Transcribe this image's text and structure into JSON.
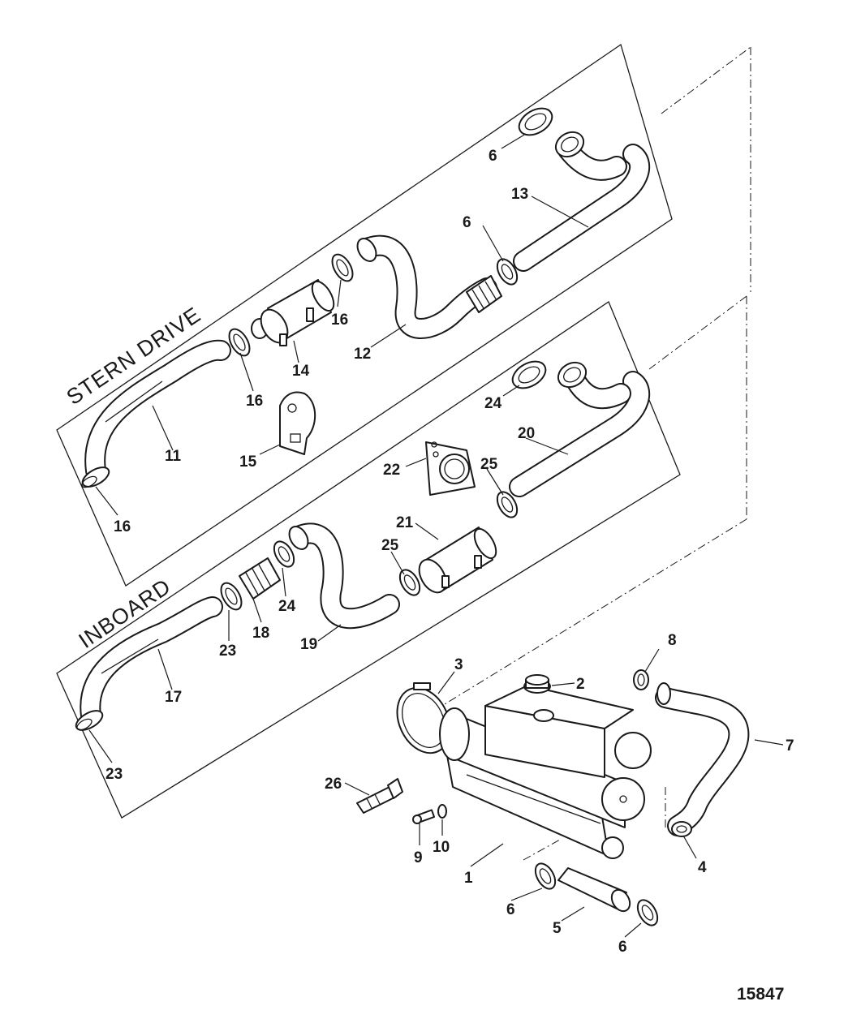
{
  "diagram": {
    "figure_number": "15847",
    "sections": {
      "stern_drive": "STERN DRIVE",
      "inboard": "INBOARD"
    },
    "callouts": {
      "c1": "1",
      "c2": "2",
      "c3": "3",
      "c4": "4",
      "c5": "5",
      "c6a": "6",
      "c6b": "6",
      "c6c": "6",
      "c6d": "6",
      "c7": "7",
      "c8": "8",
      "c9": "9",
      "c10": "10",
      "c11": "11",
      "c12": "12",
      "c13": "13",
      "c14": "14",
      "c15": "15",
      "c16a": "16",
      "c16b": "16",
      "c16c": "16",
      "c17": "17",
      "c18": "18",
      "c19": "19",
      "c20": "20",
      "c21": "21",
      "c22": "22",
      "c23a": "23",
      "c23b": "23",
      "c24a": "24",
      "c24b": "24",
      "c25a": "25",
      "c25b": "25",
      "c26": "26"
    }
  }
}
